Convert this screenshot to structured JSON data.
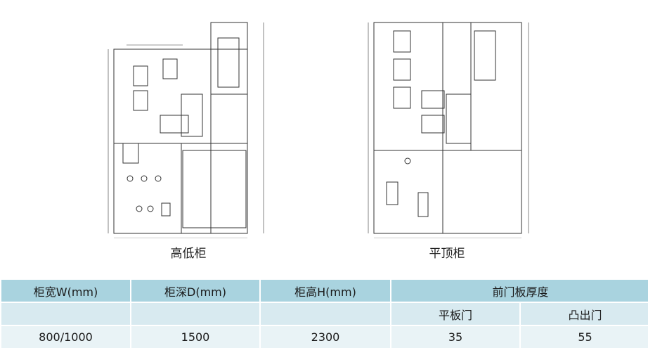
{
  "drawings": [
    {
      "caption": "高低柜"
    },
    {
      "caption": "平顶柜"
    }
  ],
  "table": {
    "headers": [
      "柜宽W(mm)",
      "柜深D(mm)",
      "柜高H(mm)",
      "前门板厚度"
    ],
    "subheaders": [
      "平板门",
      "凸出门"
    ],
    "values": [
      "800/1000",
      "1500",
      "2300",
      "35",
      "55"
    ]
  }
}
